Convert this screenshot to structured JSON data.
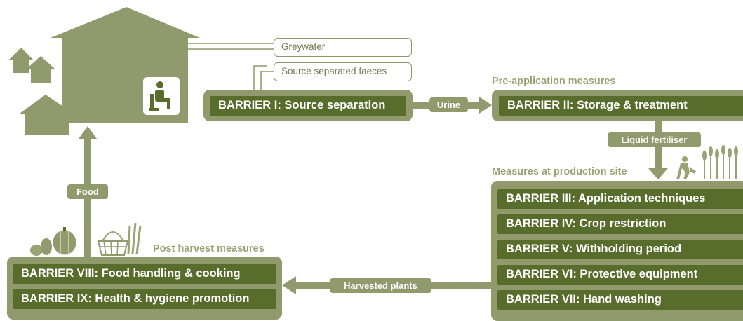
{
  "colors": {
    "dark_green": "#586d2c",
    "mid_green": "#909a6c",
    "heading": "#9aa374"
  },
  "outputs": {
    "greywater": "Greywater",
    "faeces": "Source separated faeces"
  },
  "flows": {
    "urine": "Urine",
    "liquid_fertiliser": "Liquid fertiliser",
    "food": "Food",
    "harvested_plants": "Harvested plants"
  },
  "headings": {
    "pre_application": "Pre-application measures",
    "production_site": "Measures at production site",
    "post_harvest": "Post harvest measures"
  },
  "barriers": {
    "b1": "BARRIER I: Source separation",
    "b2": "BARRIER II: Storage & treatment",
    "b3": "BARRIER III: Application techniques",
    "b4": "BARRIER IV: Crop restriction",
    "b5": "BARRIER V: Withholding period",
    "b6": "BARRIER VI: Protective equipment",
    "b7": "BARRIER VII: Hand washing",
    "b8": "BARRIER VIII: Food handling & cooking",
    "b9": "BARRIER IX: Health & hygiene promotion"
  },
  "icons": [
    "house-icon",
    "toilet-icon",
    "gardener-icon",
    "crops-icon",
    "vegetables-icon",
    "basket-icon"
  ]
}
